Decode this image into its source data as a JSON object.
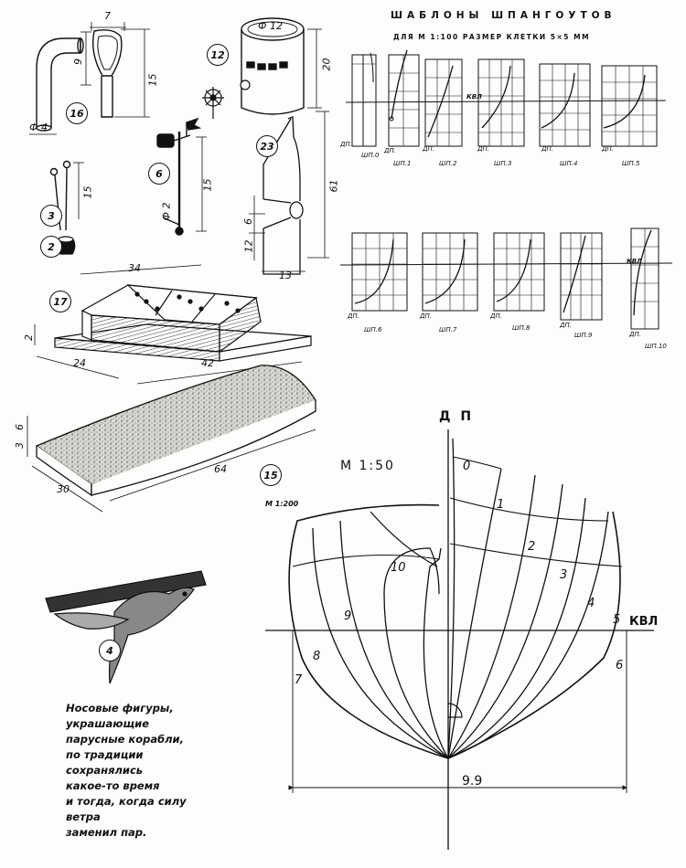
{
  "templates_header": {
    "title": "ШАБЛОНЫ ШПАНГОУТОВ",
    "subtitle": "ДЛЯ М 1:100 РАЗМЕР КЛЕТКИ 5×5 ММ",
    "waterline_label": "КВЛ",
    "dp_label": "ДП.",
    "frames": [
      "ШП.0",
      "ШП.1",
      "ШП.2",
      "ШП.3",
      "ШП.4",
      "ШП.5",
      "ШП.6",
      "ШП.7",
      "ШП.8",
      "ШП.9",
      "ШП.10"
    ]
  },
  "parts": {
    "numbers": [
      "16",
      "12",
      "3",
      "2",
      "6",
      "23",
      "17",
      "15",
      "4"
    ],
    "dims": {
      "p16_width": "7",
      "p16_h1": "9",
      "p16_h2": "15",
      "p16_dia": "Ф 4",
      "p12_dia": "Ф 12",
      "p12_h": "20",
      "p3_len": "15",
      "p6_h": "15",
      "p6_dia": "Ф 2",
      "p23_h1": "61",
      "p23_h2": "6",
      "p23_h3": "12",
      "p23_w": "13",
      "p17_w": "34",
      "p17_l": "42",
      "p17_d": "24",
      "p17_h": "2",
      "p15_h1": "6",
      "p15_h2": "3",
      "p15_l": "64",
      "p15_d": "30"
    },
    "scale_note": "М 1:200"
  },
  "body_plan": {
    "scale": "М 1:50",
    "centerline_label": "Д П",
    "waterline_label": "КВЛ",
    "width_dim": "9.9",
    "stations": [
      "0",
      "1",
      "2",
      "3",
      "4",
      "5",
      "6",
      "7",
      "8",
      "9",
      "10"
    ]
  },
  "caption": {
    "lines": [
      "Носовые фигуры,",
      "украшающие",
      "парусные корабли,",
      "по традиции",
      "сохранялись",
      "какое-то время",
      "и тогда, когда силу",
      "ветра",
      "заменил пар."
    ]
  }
}
